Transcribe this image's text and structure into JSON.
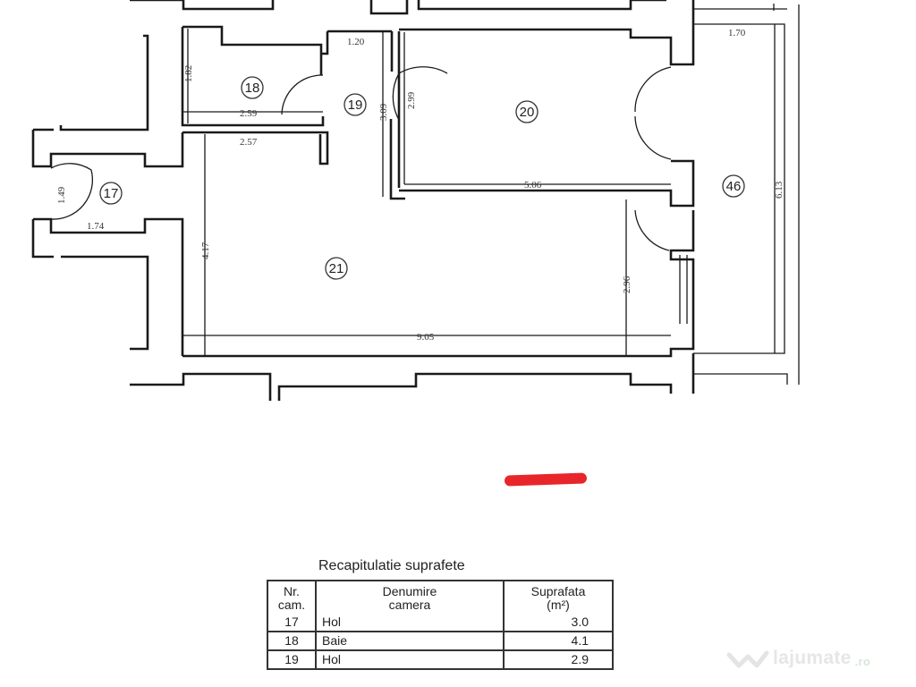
{
  "floor_plan": {
    "rooms": [
      {
        "id": "17",
        "label": "17"
      },
      {
        "id": "18",
        "label": "18"
      },
      {
        "id": "19",
        "label": "19"
      },
      {
        "id": "20",
        "label": "20"
      },
      {
        "id": "21",
        "label": "21"
      },
      {
        "id": "46",
        "label": "46"
      }
    ],
    "dimensions": {
      "d_1_82": "1.82",
      "d_2_59": "2.59",
      "d_2_57": "2.57",
      "d_1_20": "1.20",
      "d_3_09": "3.09",
      "d_2_99": "2.99",
      "d_5_06": "5.06",
      "d_1_70": "1.70",
      "d_6_13": "6.13",
      "d_1_49": "1.49",
      "d_1_74": "1.74",
      "d_4_17": "4.17",
      "d_2_96": "2.96",
      "d_9_05": "9.05"
    },
    "annotation_color": "#e8262a"
  },
  "recap": {
    "title": "Recapitulatie suprafete",
    "headers": {
      "nr_line1": "Nr.",
      "nr_line2": "cam.",
      "name_line1": "Denumire",
      "name_line2": "camera",
      "area_line1": "Suprafata",
      "area_line2": "(m²)"
    },
    "rows": [
      {
        "nr": "17",
        "name": "Hol",
        "area": "3.0"
      },
      {
        "nr": "18",
        "name": "Baie",
        "area": "4.1"
      },
      {
        "nr": "19",
        "name": "Hol",
        "area": "2.9"
      }
    ]
  },
  "watermark": {
    "brand": "lajumate",
    "tld": ".ro",
    "icon": "handshake-logo-icon"
  }
}
